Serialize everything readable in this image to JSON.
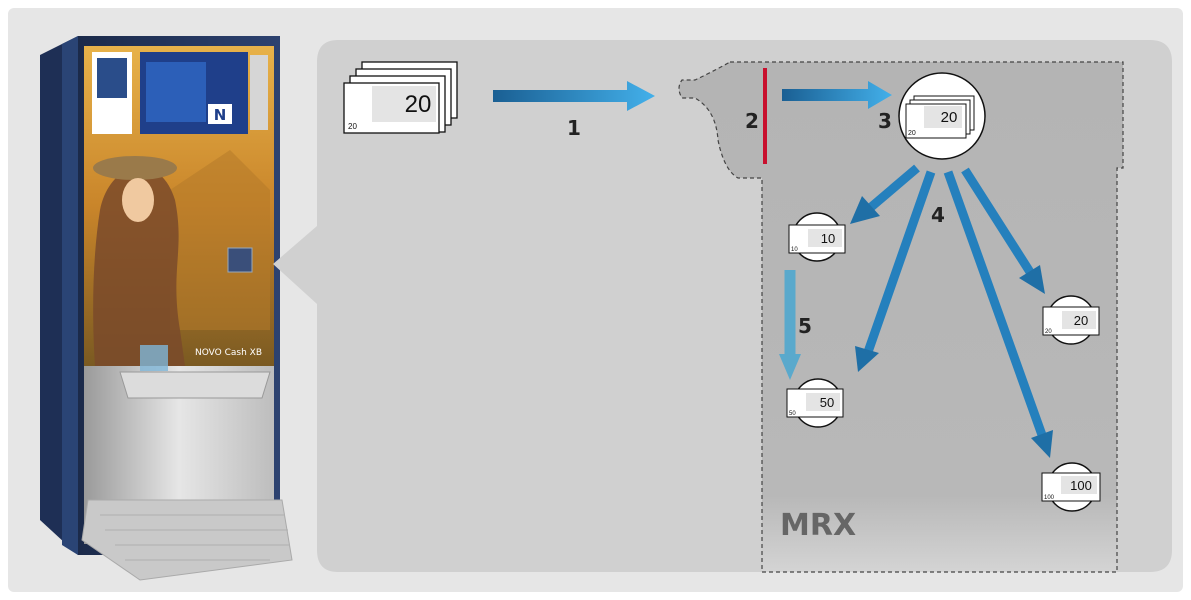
{
  "machine": {
    "brand_text": "NOVO Cash XB",
    "logo_letter": "N"
  },
  "diagram": {
    "input_note_value": "20",
    "input_note_corner": "20",
    "step_labels": [
      "1",
      "2",
      "3",
      "4",
      "5"
    ],
    "module_label": "MRX",
    "main_recycler": {
      "value": "20",
      "corner": "20"
    },
    "recyclers": [
      {
        "name": "recycler-10",
        "value": "10",
        "corner": "10"
      },
      {
        "name": "recycler-20",
        "value": "20",
        "corner": "20"
      },
      {
        "name": "recycler-50",
        "value": "50",
        "corner": "50"
      },
      {
        "name": "recycler-100",
        "value": "100",
        "corner": "100"
      }
    ]
  },
  "colors": {
    "panel": "#d0d0d0",
    "module": "#b6b6b6",
    "arrow_dark": "#1f6fa6",
    "arrow_light": "#3aa3de",
    "arrow_pale": "#5aa9cc",
    "validator": "#c8102e"
  }
}
